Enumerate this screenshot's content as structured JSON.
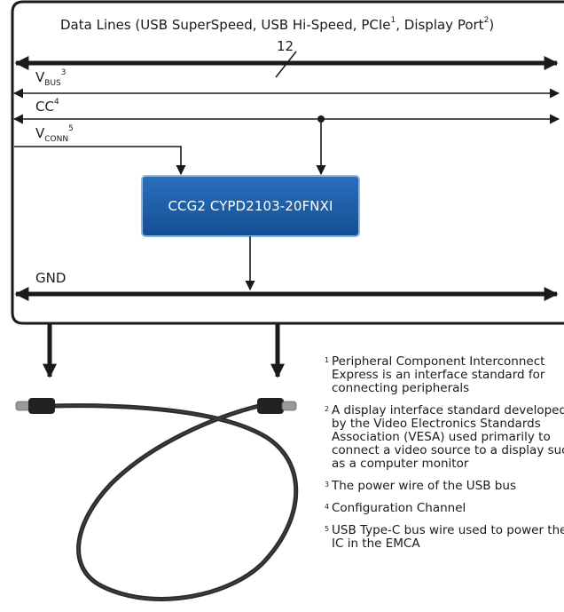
{
  "title": "Data Lines (USB SuperSpeed, USB Hi-Speed, PCIe",
  "title_fn1": "1",
  "title_mid": ", Display Port",
  "title_fn2": "2",
  "title_end": ")",
  "bus_width": "12",
  "lines": {
    "vbus": {
      "main": "V",
      "sub": "BUS",
      "fn": "3"
    },
    "cc": {
      "main": "CC",
      "fn": "4"
    },
    "vconn": {
      "main": "V",
      "sub": "CONN",
      "fn": "5"
    },
    "gnd": {
      "main": "GND"
    }
  },
  "chip_label": "CCG2 CYPD2103-20FNXI",
  "footnotes": [
    {
      "num": "1",
      "text": "Peripheral Component Interconnect Express is an interface standard for connecting peripherals"
    },
    {
      "num": "2",
      "text": "A display interface standard developed by the Video Electronics Standards Association (VESA) used primarily to connect a video source to a display such as a computer monitor"
    },
    {
      "num": "3",
      "text": "The power wire of the USB bus"
    },
    {
      "num": "4",
      "text": "Configuration Channel"
    },
    {
      "num": "5",
      "text": "USB Type-C bus wire used to power the IC in the EMCA"
    }
  ],
  "colors": {
    "chip_fill": "#1c5ea8",
    "chip_border": "#7fb0e0",
    "line": "#1a1a1a"
  }
}
